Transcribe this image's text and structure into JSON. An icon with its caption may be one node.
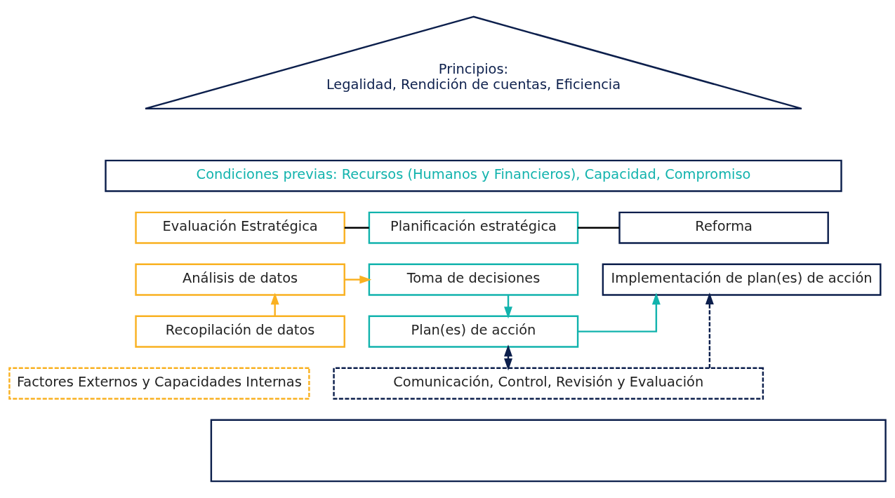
{
  "diagram": {
    "nodes": [
      {
        "text": [
          "Principios:",
          "Legalidad, Rendición de cuentas, Eficiencia"
        ]
      },
      {
        "text": [
          "Condiciones previas: Recursos (Humanos y Financieros), Capacidad, Compromiso"
        ]
      },
      {
        "text": [
          "Evaluación Estratégica"
        ]
      },
      {
        "text": [
          "Planificación estratégica"
        ]
      },
      {
        "text": [
          "Reforma"
        ]
      },
      {
        "text": [
          "Análisis de datos"
        ]
      },
      {
        "text": [
          "Toma de decisiones"
        ]
      },
      {
        "text": [
          "Implementación de plan(es) de acción"
        ]
      },
      {
        "text": [
          "Recopilación de datos"
        ]
      },
      {
        "text": [
          "Plan(es) de acción"
        ]
      },
      {
        "text": [
          "Factores Externos y Capacidades Internas"
        ]
      },
      {
        "text": [
          "Comunicación, Control, Revisión y Evaluación"
        ]
      },
      {
        "text": [],
        "shape": "box"
      }
    ],
    "edges": [
      {
        "from": 2,
        "to": 3,
        "arrow": "none",
        "color": "#000000"
      },
      {
        "from": 3,
        "to": 4,
        "arrow": "none",
        "color": "#000000"
      },
      {
        "from": 5,
        "to": 6,
        "arrow": "to",
        "color": "#f9b121"
      },
      {
        "from": 8,
        "to": 5,
        "arrow": "to",
        "color": "#f9b121"
      },
      {
        "from": 6,
        "to": 9,
        "arrow": "to",
        "color": "#12b3ad"
      },
      {
        "from": 9,
        "to": 7,
        "arrow": "to",
        "color": "#12b3ad"
      },
      {
        "from": 9,
        "to": 11,
        "arrow": "both",
        "style": "dashed",
        "color": "#0c1f4c"
      },
      {
        "from": 11,
        "to": 7,
        "arrow": "to",
        "style": "dashed",
        "color": "#0c1f4c"
      }
    ]
  }
}
